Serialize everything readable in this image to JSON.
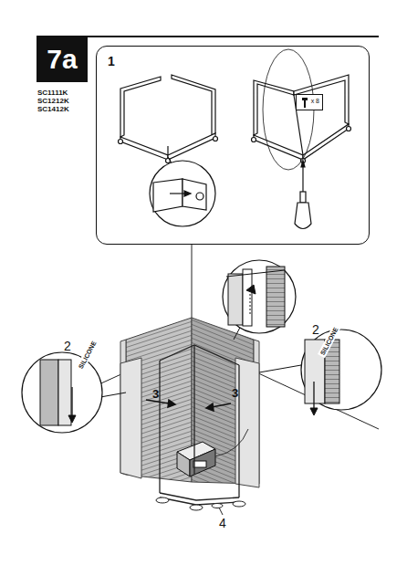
{
  "diagram": {
    "nodes": [
      {
        "text": [
          "7a"
        ]
      },
      {
        "text": [
          "1"
        ]
      },
      {
        "text": [
          "x 8"
        ],
        "in": 1
      }
    ],
    "labels": [
      "SC1111K",
      "SC1212K",
      "SC1412K",
      "2",
      "SILICONE",
      "2",
      "SILICONE",
      "3",
      "3",
      "4"
    ]
  }
}
